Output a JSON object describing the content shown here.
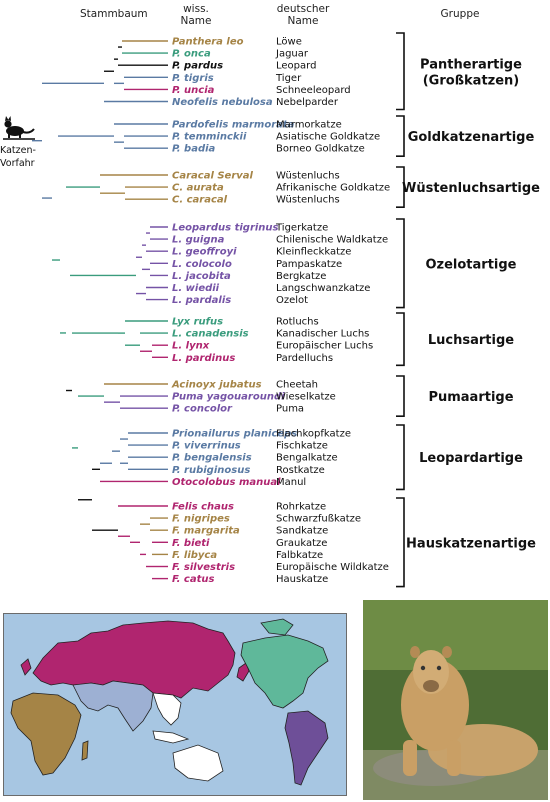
{
  "headers": {
    "tree": "Stammbaum",
    "sci": "wiss.",
    "sci2": "Name",
    "german": "deutscher",
    "german2": "Name",
    "group": "Gruppe"
  },
  "root_label": [
    "Katzen-",
    "Vorfahr"
  ],
  "colors": {
    "brown": "#a58446",
    "green": "#3a9c7d",
    "black": "#111111",
    "blue": "#5a7aa3",
    "magenta": "#b0256f",
    "purple": "#7553a6"
  },
  "groups": [
    {
      "name": [
        "Pantherartige",
        "(Großkatzen)"
      ],
      "species": [
        {
          "sci": "Panthera leo",
          "de": "Löwe",
          "color": "brown"
        },
        {
          "sci": "P. onca",
          "de": "Jaguar",
          "color": "green"
        },
        {
          "sci": "P. pardus",
          "de": "Leopard",
          "color": "black"
        },
        {
          "sci": "P. tigris",
          "de": "Tiger",
          "color": "blue"
        },
        {
          "sci": "P. uncia",
          "de": "Schneeleopard",
          "color": "magenta"
        },
        {
          "sci": "Neofelis nebulosa",
          "de": "Nebelparder",
          "color": "blue"
        }
      ]
    },
    {
      "name": [
        "Goldkatzenartige"
      ],
      "species": [
        {
          "sci": "Pardofelis marmorata",
          "de": "Marmorkatze",
          "color": "blue"
        },
        {
          "sci": "P. temminckii",
          "de": "Asiatische Goldkatze",
          "color": "blue"
        },
        {
          "sci": "P. badia",
          "de": "Borneo Goldkatze",
          "color": "blue"
        }
      ]
    },
    {
      "name": [
        "Wüstenluchsartige"
      ],
      "species": [
        {
          "sci": "Caracal Serval",
          "de": "Wüstenluchs",
          "color": "brown"
        },
        {
          "sci": "C. aurata",
          "de": "Afrikanische Goldkatze",
          "color": "brown"
        },
        {
          "sci": "C. caracal",
          "de": "Wüstenluchs",
          "color": "brown"
        }
      ]
    },
    {
      "name": [
        "Ozelotartige"
      ],
      "species": [
        {
          "sci": "Leopardus tigrinus",
          "de": "Tigerkatze",
          "color": "purple"
        },
        {
          "sci": "L. guigna",
          "de": "Chilenische Waldkatze",
          "color": "purple"
        },
        {
          "sci": "L. geoffroyi",
          "de": "Kleinfleckkatze",
          "color": "purple"
        },
        {
          "sci": "L. colocolo",
          "de": "Pampaskatze",
          "color": "purple"
        },
        {
          "sci": "L. jacobita",
          "de": "Bergkatze",
          "color": "purple"
        },
        {
          "sci": "L. wiedii",
          "de": "Langschwanzkatze",
          "color": "purple"
        },
        {
          "sci": "L. pardalis",
          "de": "Ozelot",
          "color": "purple"
        }
      ]
    },
    {
      "name": [
        "Luchsartige"
      ],
      "species": [
        {
          "sci": "Lyx rufus",
          "de": "Rotluchs",
          "color": "green"
        },
        {
          "sci": "L. canadensis",
          "de": "Kanadischer Luchs",
          "color": "green"
        },
        {
          "sci": "L. lynx",
          "de": "Europäischer Luchs",
          "color": "magenta"
        },
        {
          "sci": "L. pardinus",
          "de": "Pardelluchs",
          "color": "magenta"
        }
      ]
    },
    {
      "name": [
        "Pumaartige"
      ],
      "species": [
        {
          "sci": "Acinoyx jubatus",
          "de": "Cheetah",
          "color": "brown"
        },
        {
          "sci": "Puma yagouaroundi",
          "de": "Wieselkatze",
          "color": "purple"
        },
        {
          "sci": "P. concolor",
          "de": "Puma",
          "color": "purple"
        }
      ]
    },
    {
      "name": [
        "Leopardartige"
      ],
      "species": [
        {
          "sci": "Prionailurus planiceps",
          "de": "Flachkopfkatze",
          "color": "blue"
        },
        {
          "sci": "P. viverrinus",
          "de": "Fischkatze",
          "color": "blue"
        },
        {
          "sci": "P. bengalensis",
          "de": "Bengalkatze",
          "color": "blue"
        },
        {
          "sci": "P. rubiginosus",
          "de": "Rostkatze",
          "color": "blue"
        },
        {
          "sci": "Otocolobus manual",
          "de": "Manul",
          "color": "magenta"
        }
      ]
    },
    {
      "name": [
        "Hauskatzenartige"
      ],
      "species": [
        {
          "sci": "Felis chaus",
          "de": "Rohrkatze",
          "color": "magenta"
        },
        {
          "sci": "F. nigripes",
          "de": "Schwarzfußkatze",
          "color": "brown"
        },
        {
          "sci": "F. margarita",
          "de": "Sandkatze",
          "color": "brown"
        },
        {
          "sci": "F. bieti",
          "de": "Graukatze",
          "color": "magenta"
        },
        {
          "sci": "F. libyca",
          "de": "Falbkatze",
          "color": "brown"
        },
        {
          "sci": "F. silvestris",
          "de": "Europäische Wildkatze",
          "color": "magenta"
        },
        {
          "sci": "F. catus",
          "de": "Hauskatze",
          "color": "magenta"
        }
      ]
    }
  ],
  "map_regions": {
    "americas": "green",
    "south_america": "purple",
    "eurasia": "magenta",
    "africa": "brown",
    "middle_east_india": "blue",
    "southeast_asia": "white"
  }
}
